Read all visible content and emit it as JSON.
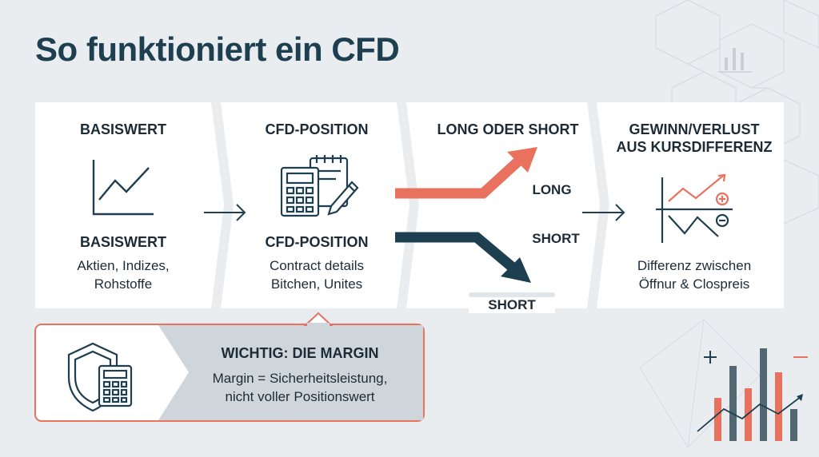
{
  "title": "So funktioniert ein CFD",
  "steps": [
    {
      "heading": "BASISWERT",
      "subheading": "BASISWERT",
      "desc_line1": "Aktien, Indizes,",
      "desc_line2": "Rohstoffe",
      "icon": "line-chart-icon"
    },
    {
      "heading": "CFD-POSITION",
      "subheading": "CFD-POSITION",
      "desc_line1": "Contract details",
      "desc_line2": "Bitchen, Unites",
      "icon": "calculator-clipboard-icon"
    },
    {
      "heading": "LONG ODER SHORT",
      "long_label": "LONG",
      "short_label": "SHORT",
      "short_tab": "SHORT",
      "icon": "long-short-arrows-icon"
    },
    {
      "heading_line1": "GEWINN/VERLUST",
      "heading_line2": "AUS KURSDIFFERENZ",
      "desc_line1": "Differenz zwischen",
      "desc_line2": "Öffnur & Clospreis",
      "icon": "profit-loss-chart-icon"
    }
  ],
  "note": {
    "title": "WICHTIG: DIE MARGIN",
    "text_line1": "Margin = Sicherheitsleistung,",
    "text_line2": "nicht voller Positionswert",
    "icon": "shield-calculator-icon"
  },
  "colors": {
    "accent": "#e8725e",
    "dark": "#1e3f50",
    "background": "#e9edf0",
    "panel": "#ffffff",
    "text": "#1d2b36"
  }
}
